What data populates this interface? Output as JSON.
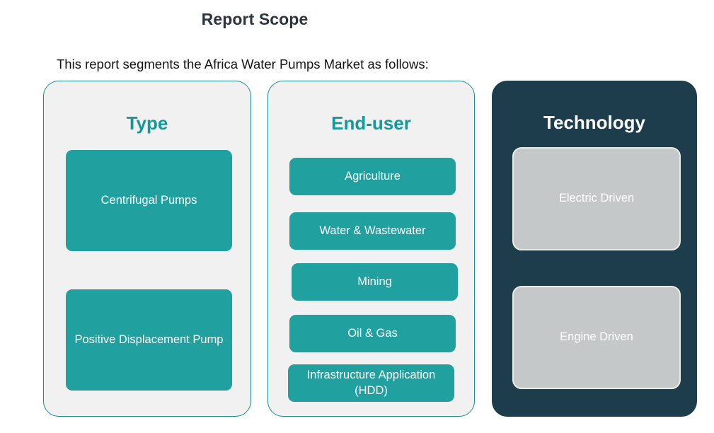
{
  "header": {
    "title": "Report Scope",
    "subtitle": "This report segments the Africa Water Pumps Market as follows:"
  },
  "colors": {
    "teal_accent": "#13999b",
    "chip_teal": "#21a0a0",
    "card_light_bg": "#f1f1f1",
    "card_dark_bg": "#1d3c4c",
    "chip_gray": "#c5c8c9",
    "chip_gray_border": "#e9ece0",
    "title_text": "#2b3440",
    "body_text": "#131313",
    "chip_text": "#ffffff"
  },
  "columns": [
    {
      "id": "type",
      "heading": "Type",
      "items": [
        {
          "label": "Centrifugal Pumps"
        },
        {
          "label": "Positive Displacement Pump"
        }
      ]
    },
    {
      "id": "enduser",
      "heading": "End-user",
      "items": [
        {
          "label": "Agriculture"
        },
        {
          "label": "Water & Wastewater"
        },
        {
          "label": "Mining"
        },
        {
          "label": "Oil & Gas"
        },
        {
          "label": "Infrastructure Application (HDD)"
        }
      ]
    },
    {
      "id": "technology",
      "heading": "Technology",
      "items": [
        {
          "label": "Electric Driven"
        },
        {
          "label": "Engine Driven"
        }
      ]
    }
  ]
}
